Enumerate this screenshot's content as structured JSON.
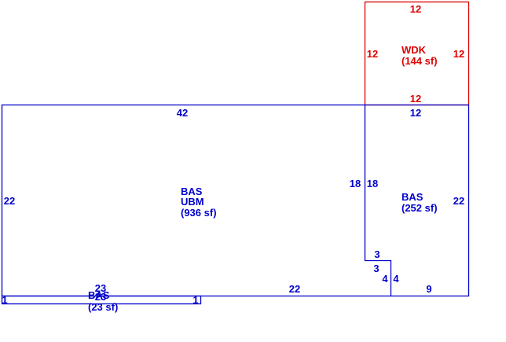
{
  "colors": {
    "main_outline": "#0000cc",
    "deck_outline": "#dd0000",
    "background": "#ffffff"
  },
  "deck": {
    "code": "WDK",
    "area": "(144 sf)",
    "dim_top": "12",
    "dim_left": "12",
    "dim_right": "12",
    "dim_bottom": "12"
  },
  "main_area": {
    "code": "BAS",
    "sub_code": "UBM",
    "area": "(936 sf)",
    "dim_top": "42",
    "dim_left": "22",
    "dim_bottom": "22",
    "dim_right_inner": "18"
  },
  "side_area": {
    "code": "BAS",
    "area": "(252 sf)",
    "dim_top": "12",
    "dim_left": "18",
    "dim_right": "22",
    "dim_bottom": "9",
    "notch_top": "3",
    "notch_side": "3",
    "notch_left_height": "4",
    "notch_right_height": "4"
  },
  "small_area": {
    "code": "BAS",
    "area": "(23 sf)",
    "dim_top": "23",
    "dim_bottom": "23",
    "dim_left": "1",
    "dim_right": "1"
  }
}
